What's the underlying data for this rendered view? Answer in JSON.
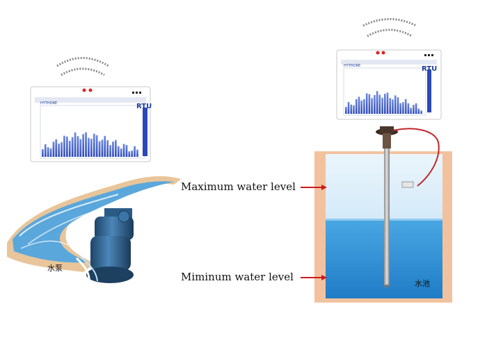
{
  "labels": {
    "max_level": "Maximum water level",
    "min_level": "Miminum water level",
    "pump_caption": "水泵",
    "tank_caption": "水池"
  },
  "rtu": {
    "tag": "RTU"
  },
  "colors": {
    "water_top": "#d9ecf8",
    "water_bottom": "#3a97d8",
    "tank_wall": "#f2c29e",
    "arrow": "#cc1a1a",
    "pump": "#2a5b86",
    "rtu_bar": "#2b48b8"
  }
}
